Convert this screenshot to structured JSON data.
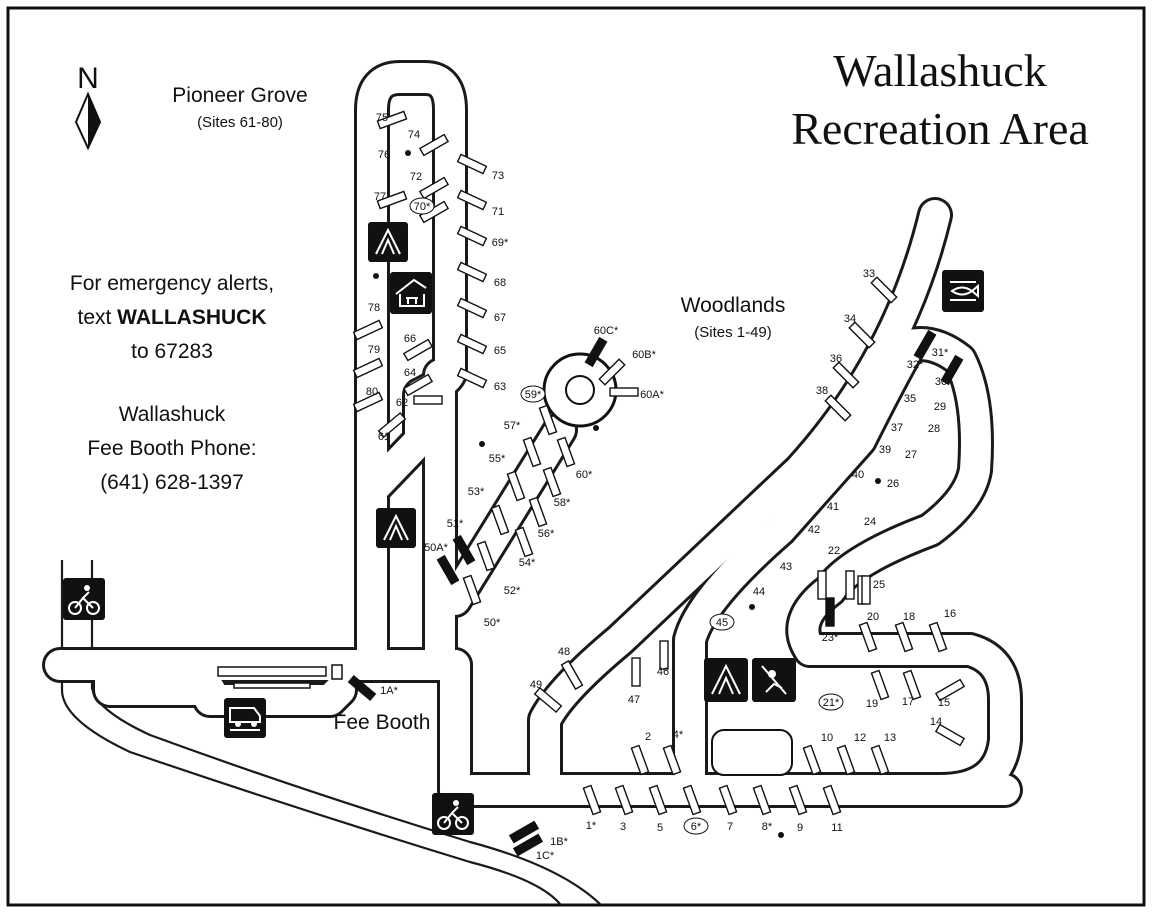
{
  "title": {
    "line1": "Wallashuck",
    "line2": "Recreation Area"
  },
  "north": "N",
  "areas": {
    "pioneer_grove": {
      "name": "Pioneer Grove",
      "sites": "(Sites 61-80)"
    },
    "woodlands": {
      "name": "Woodlands",
      "sites": "(Sites 1-49)"
    }
  },
  "info": {
    "alert_line1": "For emergency alerts,",
    "alert_line2_prefix": "text ",
    "alert_keyword": "WALLASHUCK",
    "alert_line3": "to 67283",
    "fee_line1": "Wallashuck",
    "fee_line2": "Fee Booth Phone:",
    "fee_phone": "(641) 628-1397"
  },
  "fee_booth_label": "Fee Booth",
  "icons": [
    "shower-icon",
    "picnic-shelter-icon",
    "fish-cleaning-icon",
    "bike-trail-icon",
    "dump-station-icon",
    "playground-icon"
  ],
  "site_labels": [
    "1*",
    "1A*",
    "1B*",
    "1C*",
    "2",
    "3",
    "4*",
    "5",
    "6*",
    "7",
    "8*",
    "9",
    "10",
    "11",
    "12",
    "13",
    "14",
    "15",
    "16",
    "17",
    "18",
    "19",
    "20",
    "21*",
    "22",
    "23*",
    "24",
    "25",
    "26",
    "27",
    "28",
    "29",
    "30",
    "31*",
    "32*",
    "33",
    "34",
    "35",
    "36",
    "37",
    "38",
    "39",
    "40",
    "41",
    "42",
    "43",
    "44",
    "45",
    "46",
    "47",
    "48",
    "49",
    "50*",
    "50A*",
    "51*",
    "52*",
    "53*",
    "54*",
    "55*",
    "56*",
    "57*",
    "58*",
    "59*",
    "60*",
    "60A*",
    "60B*",
    "60C*",
    "61",
    "62",
    "63",
    "64",
    "65",
    "66",
    "67",
    "68",
    "69*",
    "70*",
    "71",
    "72",
    "73",
    "74",
    "75",
    "76",
    "77",
    "78",
    "79",
    "80"
  ]
}
